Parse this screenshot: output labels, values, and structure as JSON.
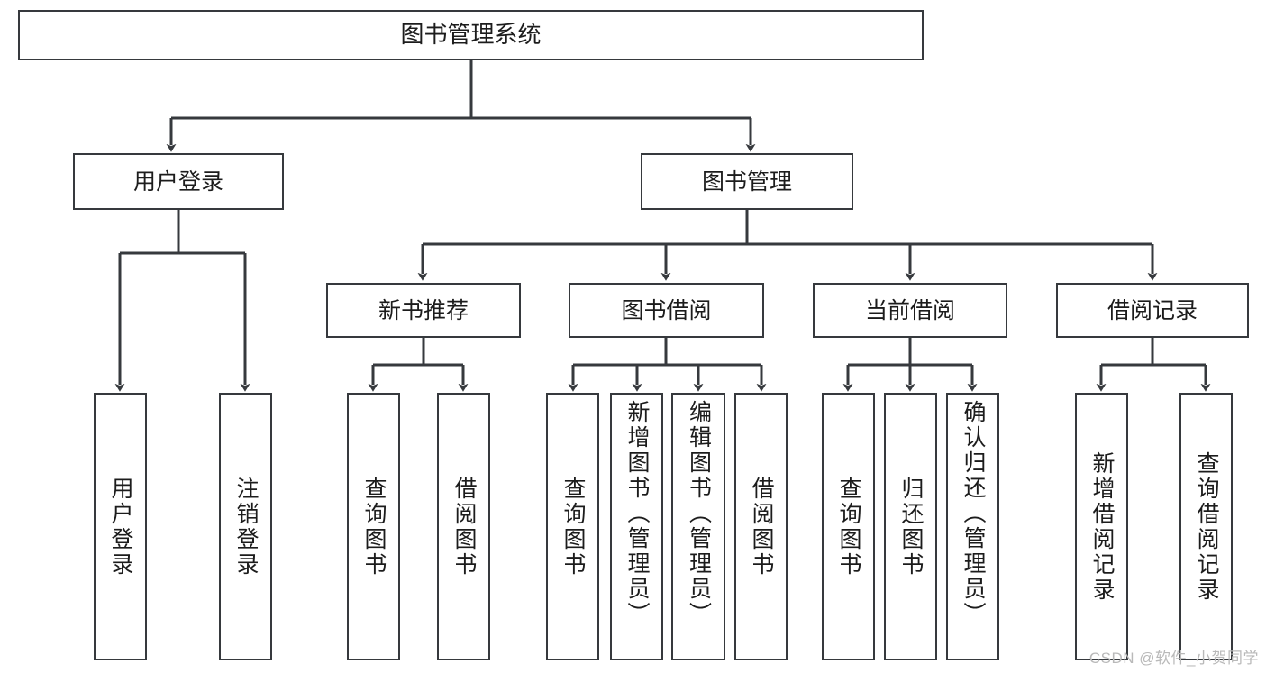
{
  "diagram": {
    "title": "图书管理系统",
    "type": "tree",
    "theme": {
      "stroke": "#36393d",
      "fill": "#ffffff",
      "text": "#1c1c1c",
      "watermark_color": "#b9b9b9"
    },
    "nodes": {
      "root": {
        "label": "图书管理系统"
      },
      "level2": [
        {
          "id": "user-login",
          "label": "用户登录"
        },
        {
          "id": "book-manage",
          "label": "图书管理"
        }
      ],
      "level3": [
        {
          "id": "new-book-rec",
          "label": "新书推荐"
        },
        {
          "id": "book-borrow",
          "label": "图书借阅"
        },
        {
          "id": "current-borrow",
          "label": "当前借阅"
        },
        {
          "id": "borrow-record",
          "label": "借阅记录"
        }
      ],
      "leaves": [
        {
          "id": "leaf-user-login",
          "label": "用户登录",
          "parent": "user-login"
        },
        {
          "id": "leaf-user-logout",
          "label": "注销登录",
          "parent": "user-login"
        },
        {
          "id": "leaf-query-book-1",
          "label": "查询图书",
          "parent": "new-book-rec"
        },
        {
          "id": "leaf-borrow-book-1",
          "label": "借阅图书",
          "parent": "new-book-rec"
        },
        {
          "id": "leaf-query-book-2",
          "label": "查询图书",
          "parent": "book-borrow"
        },
        {
          "id": "leaf-add-book",
          "label": "新增图书（管理员）",
          "parent": "book-borrow"
        },
        {
          "id": "leaf-edit-book",
          "label": "编辑图书（管理员）",
          "parent": "book-borrow"
        },
        {
          "id": "leaf-borrow-book-2",
          "label": "借阅图书",
          "parent": "book-borrow"
        },
        {
          "id": "leaf-query-book-3",
          "label": "查询图书",
          "parent": "current-borrow"
        },
        {
          "id": "leaf-return-book",
          "label": "归还图书",
          "parent": "current-borrow"
        },
        {
          "id": "leaf-confirm-return",
          "label": "确认归还（管理员）",
          "parent": "current-borrow"
        },
        {
          "id": "leaf-add-record",
          "label": "新增借阅记录",
          "parent": "borrow-record"
        },
        {
          "id": "leaf-query-record",
          "label": "查询借阅记录",
          "parent": "borrow-record"
        }
      ]
    },
    "watermark": "CSDN @软件_小贺同学"
  }
}
